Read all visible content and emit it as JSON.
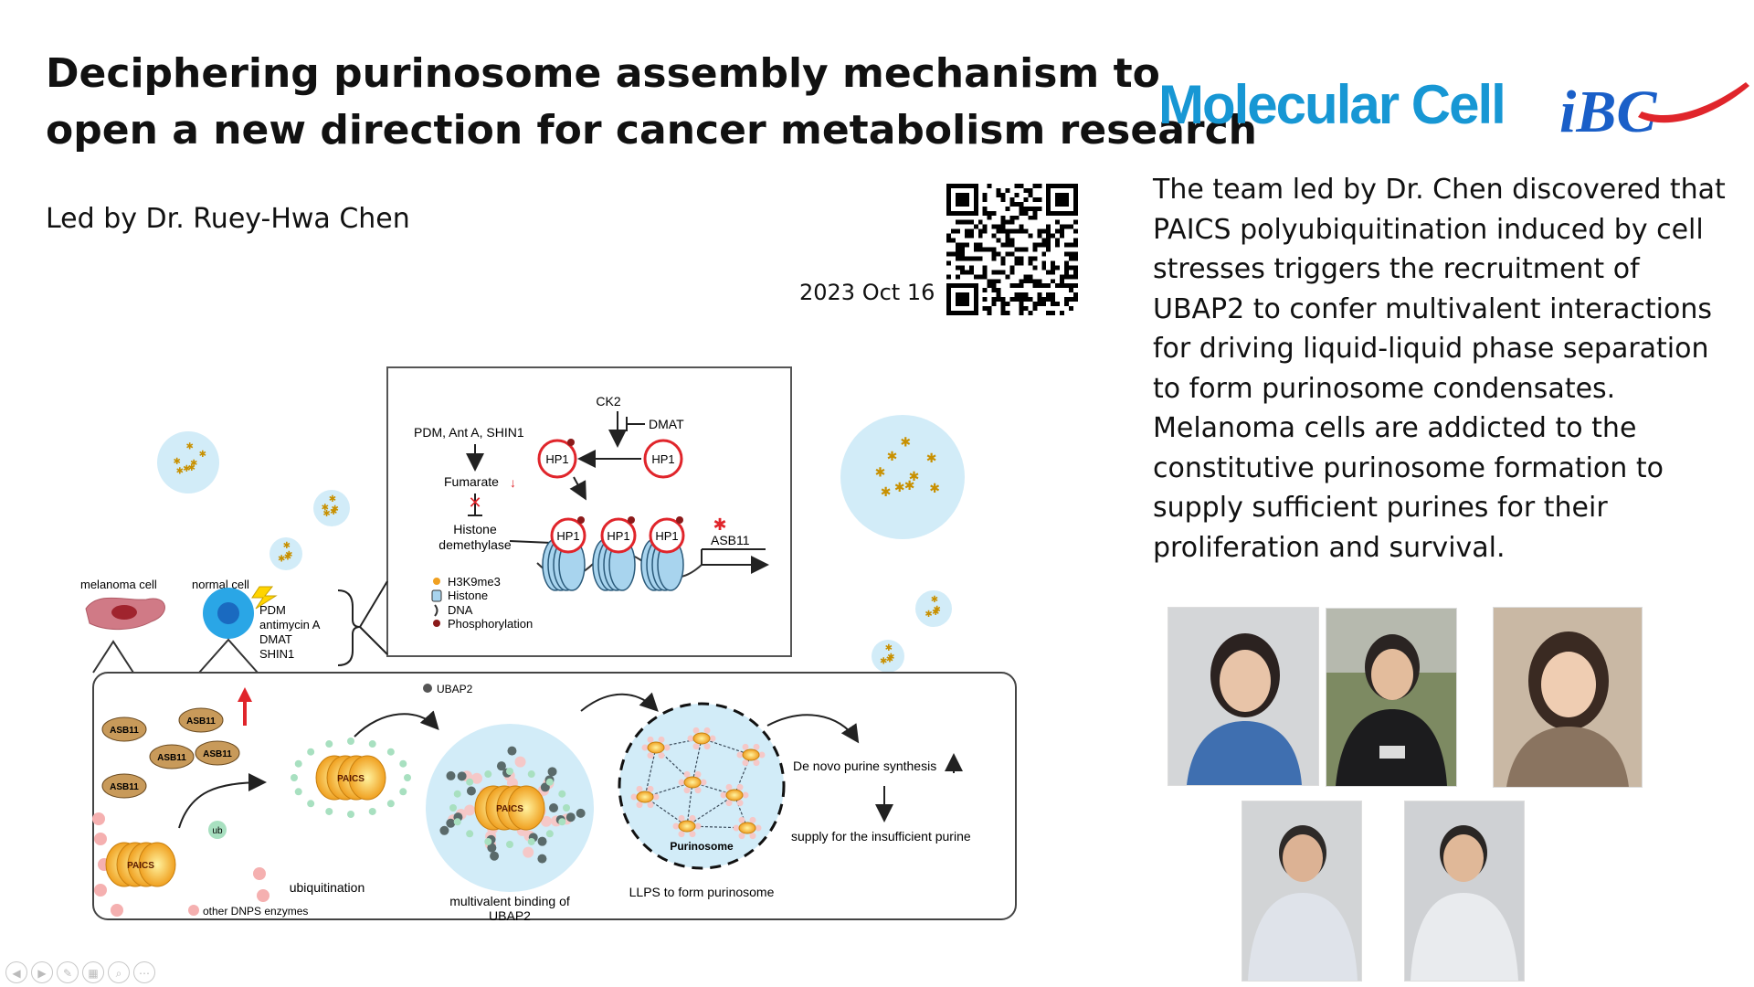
{
  "slide": {
    "title_lines": [
      "Deciphering purinosome assembly mechanism to",
      "open a new direction for cancer metabolism research"
    ],
    "led_by": "Led by Dr. Ruey-Hwa Chen",
    "date": "2023 Oct 16",
    "journal": "Molecular Cell",
    "institute_logo": "iBC",
    "summary": "The team led by Dr. Chen discovered that PAICS polyubiquitination induced by cell stresses triggers the recruitment of UBAP2 to confer multivalent interactions for driving liquid-liquid phase separation to form purinosome condensates. Melanoma cells are addicted to the constitutive purinosome formation to supply sufficient purines for their proliferation and survival.",
    "colors": {
      "journal_blue": "#1797d4",
      "logo_blue": "#1a5fc8",
      "logo_red": "#e0252b"
    }
  },
  "figure": {
    "inset": {
      "ck2": "CK2",
      "dmat": "DMAT",
      "stress": "PDM, Ant A, SHIN1",
      "fumarate": "Fumarate",
      "histone_demethylase_lines": [
        "Histone",
        "demethylase"
      ],
      "hp1": "HP1",
      "asb11": "ASB11",
      "legend": [
        "H3K9me3",
        "Histone",
        "DNA",
        "Phosphorylation"
      ]
    },
    "cells": {
      "melanoma": "melanoma cell",
      "normal": "normal cell",
      "treatments": [
        "PDM",
        "antimycin A",
        "DMAT",
        "SHIN1"
      ]
    },
    "pathway": {
      "ubap2": "UBAP2",
      "asb11": "ASB11",
      "paics": "PAICS",
      "ub": "ub",
      "other_enzymes": "other DNPS enzymes",
      "ubiquitination": "ubiquitination",
      "multivalent_lines": [
        "multivalent binding of",
        "UBAP2"
      ],
      "purinosome": "Purinosome",
      "llps": "LLPS to form purinosome",
      "de_novo": "De novo purine synthesis",
      "supply": "supply for the insufficient purine"
    }
  },
  "photos": [
    "portrait-1",
    "portrait-2",
    "portrait-3",
    "portrait-4",
    "portrait-5"
  ],
  "nav_icons": [
    "prev-icon",
    "next-icon",
    "pen-icon",
    "slides-icon",
    "zoom-icon",
    "more-icon"
  ]
}
